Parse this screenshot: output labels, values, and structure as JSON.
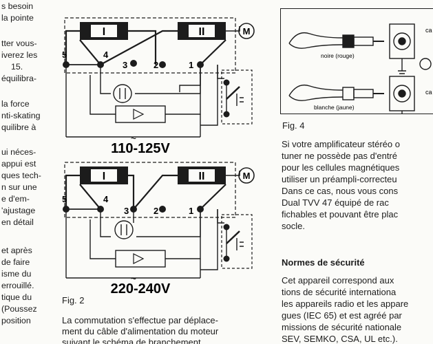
{
  "col1": {
    "lines": [
      "s besoin",
      "la pointe",
      "",
      "tter vous-",
      "iverez les",
      "15.",
      "équilibra-",
      "",
      "la force",
      "nti-skating",
      "quilibre à",
      "",
      "ui néces-",
      "appui est",
      "ques tech-",
      "n sur une",
      "e d'em-",
      "'ajustage",
      "en détail",
      "",
      "et après",
      "de faire",
      "isme du",
      "errouillé.",
      "tique du",
      "(Poussez",
      "position"
    ]
  },
  "fig2": {
    "caption": "Fig. 2",
    "top_voltage": "110-125V",
    "bottom_voltage": "220-240V",
    "motor_label": "M",
    "winding1": "I",
    "winding2": "II",
    "terminals": [
      "5",
      "4",
      "3",
      "2",
      "1"
    ],
    "tilde": "~",
    "text_lines": [
      "La commutation s'effectue par déplace-",
      "ment du câble d'alimentation du moteur",
      "suivant le schéma de branchement."
    ]
  },
  "fig4": {
    "caption": "Fig. 4",
    "label_black": "noire (rouge)",
    "label_white": "blanche (jaune)",
    "label_ca1": "ca",
    "label_ca2": "ca"
  },
  "col3": {
    "para1": [
      "Si votre amplificateur stéréo o",
      "tuner ne possède pas d'entré",
      "pour les cellules magnétiques",
      "utiliser un préampli-correcteu",
      "Dans ce cas, nous vous cons",
      "Dual TVV 47 équipé de rac",
      "fichables et pouvant être plac",
      "socle."
    ],
    "heading": "Normes de sécurité",
    "para2": [
      "Cet appareil correspond aux",
      "tions de sécurité internationa",
      "les appareils radio et les appare",
      "gues (IEC 65) et est agréé par",
      "missions de sécurité nationale",
      "SEV, SEMKO, CSA, UL etc.)."
    ]
  },
  "colors": {
    "ink": "#1c1c1c",
    "paper": "#fbfbf8",
    "dash": "#555555"
  }
}
